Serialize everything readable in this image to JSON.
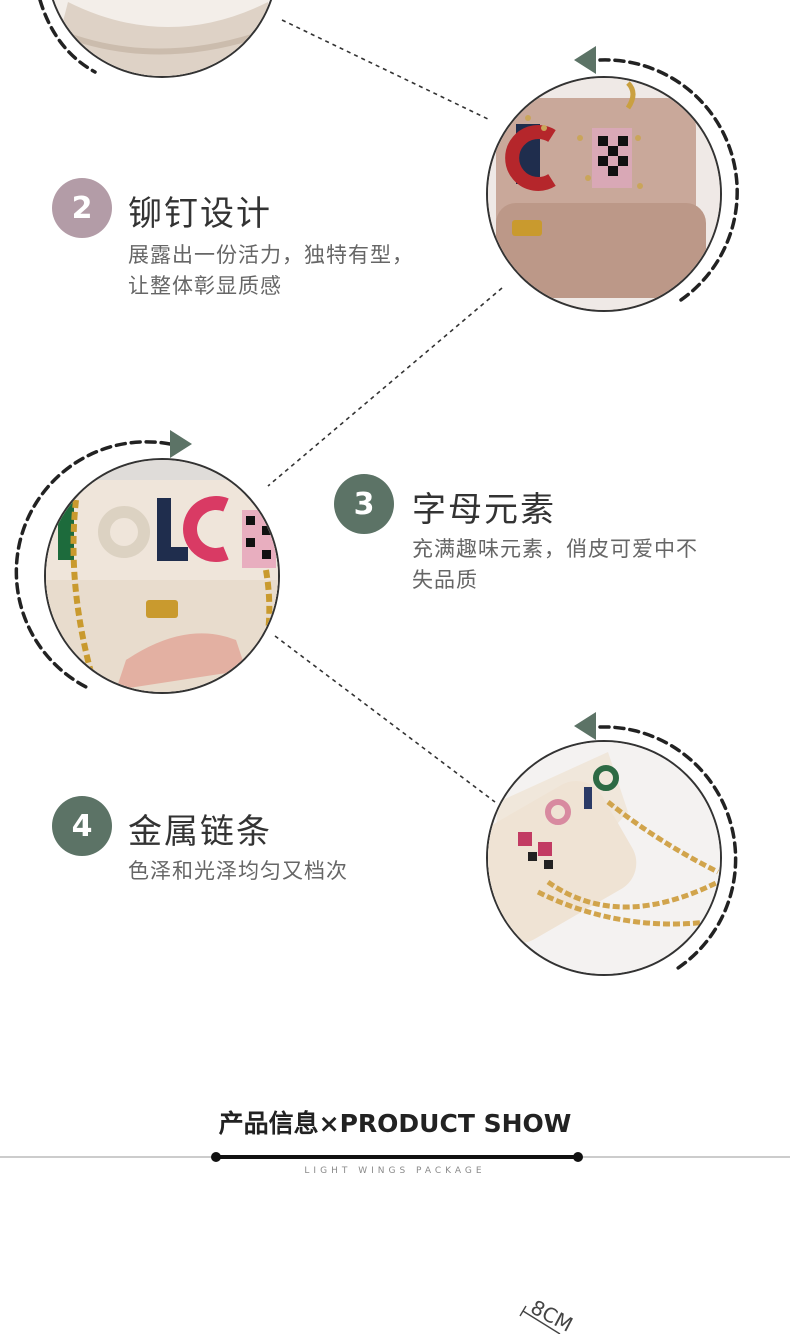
{
  "colors": {
    "badge_mauve": "#b39ca7",
    "badge_green": "#5c7366",
    "arrow_green": "#5c7366",
    "ink": "#333333",
    "muted": "#666666"
  },
  "features": [
    {
      "number": "2",
      "title": "铆钉设计",
      "desc": [
        "展露出一份活力，独特有型，",
        "让整体彰显质感"
      ]
    },
    {
      "number": "3",
      "title": "字母元素",
      "desc": [
        "充满趣味元素，俏皮可爱中不",
        "失品质"
      ]
    },
    {
      "number": "4",
      "title": "金属链条",
      "desc": [
        "色泽和光泽均匀又档次"
      ]
    }
  ],
  "product_show": {
    "title": "产品信息×PRODUCT SHOW",
    "subtitle": "LIGHT WINGS PACKAGE",
    "dimension_label": "8CM"
  },
  "icons": [
    "arrow-head-icon",
    "dashed-arc-icon"
  ]
}
